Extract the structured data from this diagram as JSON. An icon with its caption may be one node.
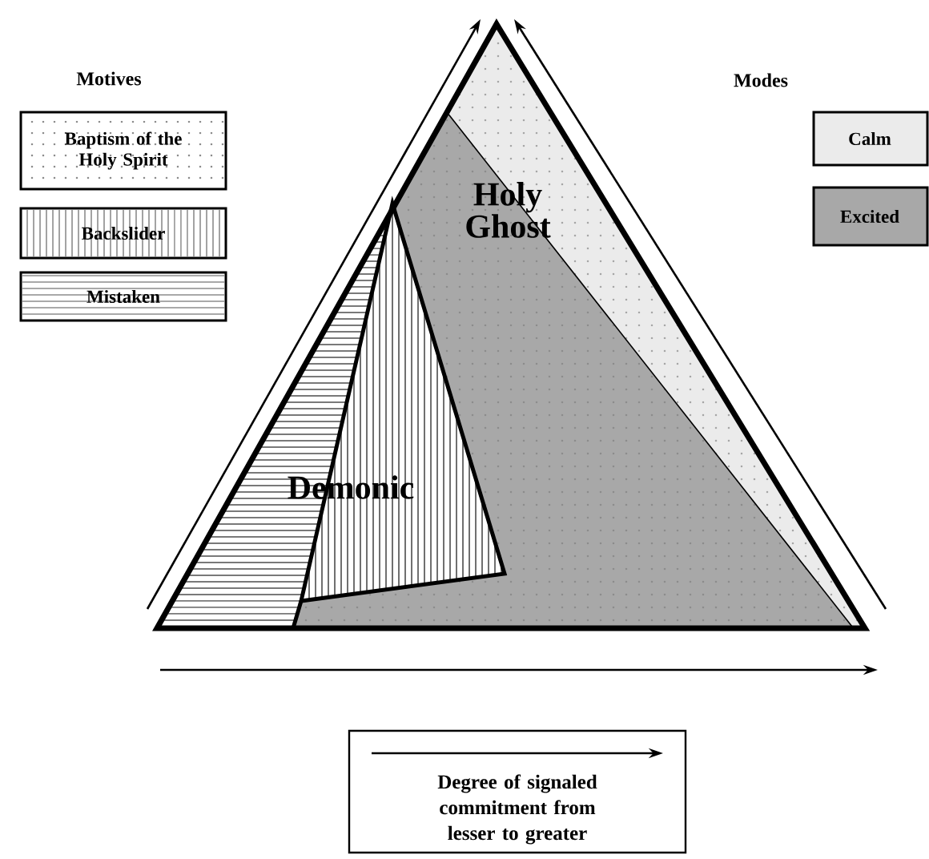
{
  "diagram": {
    "labels": [
      "Motives",
      "Modes",
      "Holy Ghost",
      "Demonic",
      "Degree of signaled commitment from lesser to greater"
    ],
    "legend": [
      {
        "text": "Baptism of the Holy Spirit"
      },
      {
        "text": "Backslider"
      },
      {
        "text": "Mistaken"
      },
      {
        "text": "Calm",
        "color": "#ebebeb"
      },
      {
        "text": "Excited",
        "color": "#a8a8a8"
      }
    ]
  }
}
